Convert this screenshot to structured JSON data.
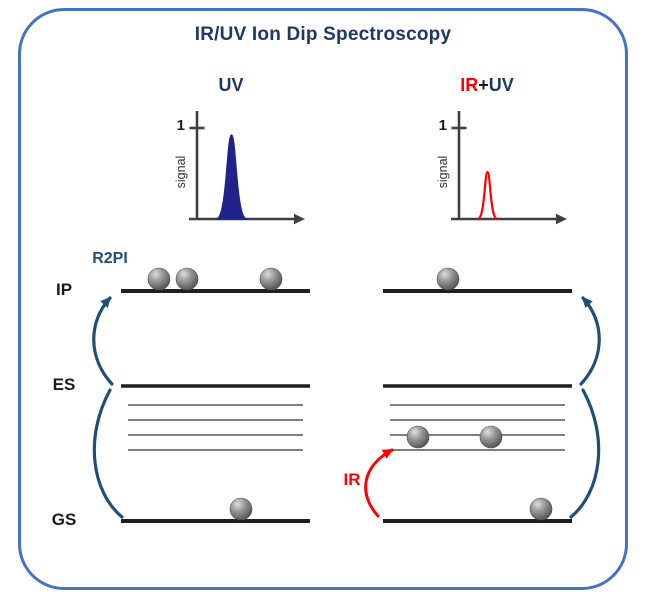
{
  "title": "IR/UV Ion Dip Spectroscopy",
  "plots": {
    "left": {
      "title": "UV",
      "ylabel": "signal",
      "ytick": "1",
      "peak_relative_height": 0.95
    },
    "right": {
      "title_ir": "IR",
      "title_plus": "+",
      "title_uv": "UV",
      "ylabel": "signal",
      "ytick": "1",
      "peak_relative_height": 0.52
    }
  },
  "levels": {
    "ip": "IP",
    "es": "ES",
    "gs": "GS"
  },
  "annotations": {
    "r2pi": "R2PI",
    "ir": "IR"
  },
  "colors": {
    "frame_border": "#4472c4",
    "title_text": "#1f3864",
    "uv_text": "#1f3864",
    "uv_peak": "#22228c",
    "ir_red": "#ff0000",
    "arrow_blue": "#1f4e79",
    "level_line": "#1f1f1f",
    "vib_line": "#7f7f7f",
    "axis_line": "#404040"
  }
}
